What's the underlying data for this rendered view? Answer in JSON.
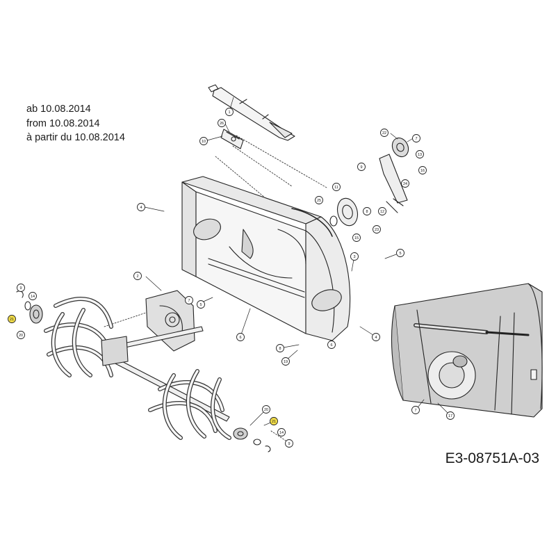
{
  "header": {
    "lines": [
      "ab 10.08.2014",
      "from 10.08.2014",
      "à partir du 10.08.2014"
    ]
  },
  "document_code": "E3-08751A-03",
  "highlight_color": "#f5e04a",
  "callouts": [
    {
      "label": "1"
    },
    {
      "label": "10"
    },
    {
      "label": "26"
    },
    {
      "label": "22"
    },
    {
      "label": "7"
    },
    {
      "label": "13"
    },
    {
      "label": "9"
    },
    {
      "label": "16"
    },
    {
      "label": "24"
    },
    {
      "label": "11"
    },
    {
      "label": "25"
    },
    {
      "label": "8"
    },
    {
      "label": "4"
    },
    {
      "label": "12"
    },
    {
      "label": "23"
    },
    {
      "label": "15"
    },
    {
      "label": "5"
    },
    {
      "label": "3"
    },
    {
      "label": "2"
    },
    {
      "label": "9"
    },
    {
      "label": "14"
    },
    {
      "label": "21",
      "highlight": true
    },
    {
      "label": "20"
    },
    {
      "label": "7"
    },
    {
      "label": "5"
    },
    {
      "label": "6"
    },
    {
      "label": "4"
    },
    {
      "label": "6"
    },
    {
      "label": "8"
    },
    {
      "label": "19"
    },
    {
      "label": "20"
    },
    {
      "label": "21",
      "highlight": true
    },
    {
      "label": "14"
    },
    {
      "label": "9"
    },
    {
      "label": "7"
    },
    {
      "label": "17"
    }
  ]
}
